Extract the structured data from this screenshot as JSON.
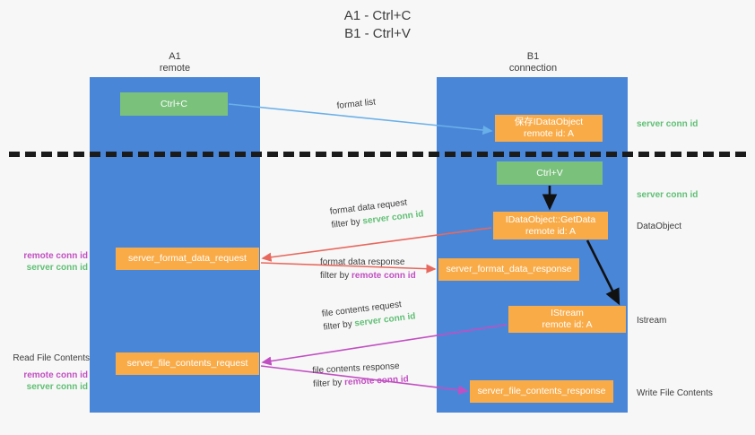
{
  "title": {
    "line1": "A1 - Ctrl+C",
    "line2": "B1 - Ctrl+V"
  },
  "lanes": [
    {
      "id": "a1",
      "name": "A1",
      "role": "remote"
    },
    {
      "id": "b1",
      "name": "B1",
      "role": "connection"
    }
  ],
  "boxes": {
    "ctrl_c": {
      "label": "Ctrl+C",
      "color": "#7ac17c"
    },
    "save_idataobject": {
      "label": "保存IDataObject",
      "sub": "remote id: A",
      "color": "#f9ab48"
    },
    "ctrl_v": {
      "label": "Ctrl+V",
      "color": "#7ac17c"
    },
    "getdata": {
      "label": "IDataObject::GetData",
      "sub": "remote id: A",
      "color": "#f9ab48"
    },
    "format_data_request": {
      "label": "server_format_data_request",
      "color": "#f9ab48"
    },
    "format_data_response": {
      "label": "server_format_data_response",
      "color": "#f9ab48"
    },
    "istream": {
      "label": "IStream",
      "sub": "remote id: A",
      "color": "#f9ab48"
    },
    "file_contents_request": {
      "label": "server_file_contents_request",
      "color": "#f9ab48"
    },
    "file_contents_response": {
      "label": "server_file_contents_response",
      "color": "#f9ab48"
    }
  },
  "edge_labels": {
    "format_list": {
      "line1": "format list"
    },
    "format_data_request": {
      "line1": "format data request",
      "filter_prefix": "filter by ",
      "filter_value": "server conn id",
      "filter_color": "#5fbf74"
    },
    "format_data_response": {
      "line1": "format data response",
      "filter_prefix": "filter by ",
      "filter_value": "remote conn id",
      "filter_color": "#c24fc2"
    },
    "file_contents_request": {
      "line1": "file contents request",
      "filter_prefix": "filter by ",
      "filter_value": "server conn id",
      "filter_color": "#5fbf74"
    },
    "file_contents_response": {
      "line1": "file contents response",
      "filter_prefix": "filter by ",
      "filter_value": "remote conn id",
      "filter_color": "#c24fc2"
    }
  },
  "right_labels": {
    "server_conn_id_top": "server conn id",
    "server_conn_id_mid": "server conn id",
    "dataobject": "DataObject",
    "istream": "Istream",
    "write_file_contents": "Write File Contents"
  },
  "left_labels": {
    "remote_conn_id_1": "remote conn id",
    "server_conn_id_1": "server conn id",
    "read_file_contents": "Read File Contents",
    "remote_conn_id_2": "remote conn id",
    "server_conn_id_2": "server conn id"
  },
  "colors": {
    "lane": "#4a86d8",
    "green_box": "#7ac17c",
    "orange_box": "#f9ab48",
    "arrow_blue": "#6ab0e8",
    "arrow_red": "#e8685d",
    "arrow_magenta": "#c24fc2",
    "arrow_black": "#111111",
    "divider": "#1b1b1b",
    "background": "#f7f7f7"
  }
}
